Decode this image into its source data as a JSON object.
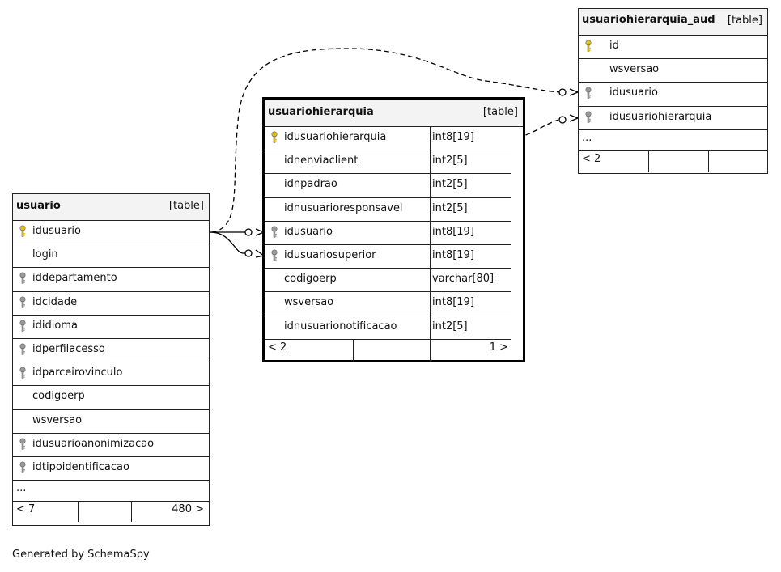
{
  "tables": {
    "usuario": {
      "name": "usuario",
      "type": "[table]",
      "columns": [
        {
          "name": "idusuario",
          "key": "primary"
        },
        {
          "name": "login",
          "key": "none"
        },
        {
          "name": "iddepartamento",
          "key": "foreign"
        },
        {
          "name": "idcidade",
          "key": "foreign"
        },
        {
          "name": "ididioma",
          "key": "foreign"
        },
        {
          "name": "idperfilacesso",
          "key": "foreign"
        },
        {
          "name": "idparceirovinculo",
          "key": "foreign"
        },
        {
          "name": "codigoerp",
          "key": "none"
        },
        {
          "name": "wsversao",
          "key": "none"
        },
        {
          "name": "idusuarioanonimizacao",
          "key": "foreign"
        },
        {
          "name": "idtipoidentificacao",
          "key": "foreign"
        }
      ],
      "ellipsis": "...",
      "footer": {
        "left": "< 7",
        "right": "480 >"
      }
    },
    "usuariohierarquia": {
      "name": "usuariohierarquia",
      "type": "[table]",
      "columns": [
        {
          "name": "idusuariohierarquia",
          "type": "int8[19]",
          "key": "primary"
        },
        {
          "name": "idnenviaclient",
          "type": "int2[5]",
          "key": "none"
        },
        {
          "name": "idnpadrao",
          "type": "int2[5]",
          "key": "none"
        },
        {
          "name": "idnusuarioresponsavel",
          "type": "int2[5]",
          "key": "none"
        },
        {
          "name": "idusuario",
          "type": "int8[19]",
          "key": "foreign"
        },
        {
          "name": "idusuariosuperior",
          "type": "int8[19]",
          "key": "foreign"
        },
        {
          "name": "codigoerp",
          "type": "varchar[80]",
          "key": "none"
        },
        {
          "name": "wsversao",
          "type": "int8[19]",
          "key": "none"
        },
        {
          "name": "idnusuarionotificacao",
          "type": "int2[5]",
          "key": "none"
        }
      ],
      "footer": {
        "left": "< 2",
        "right": "1 >"
      }
    },
    "usuariohierarquia_aud": {
      "name": "usuariohierarquia_aud",
      "type": "[table]",
      "columns": [
        {
          "name": "id",
          "key": "primary"
        },
        {
          "name": "wsversao",
          "key": "none"
        },
        {
          "name": "idusuario",
          "key": "foreign"
        },
        {
          "name": "idusuariohierarquia",
          "key": "foreign"
        }
      ],
      "ellipsis": "...",
      "footer": {
        "left": "< 2",
        "right": ""
      }
    }
  },
  "colors": {
    "primary_key": "#e0c020",
    "foreign_key": "#9a9a9a",
    "header_bg": "#f3f3f3"
  },
  "generated_by": "Generated by SchemaSpy"
}
